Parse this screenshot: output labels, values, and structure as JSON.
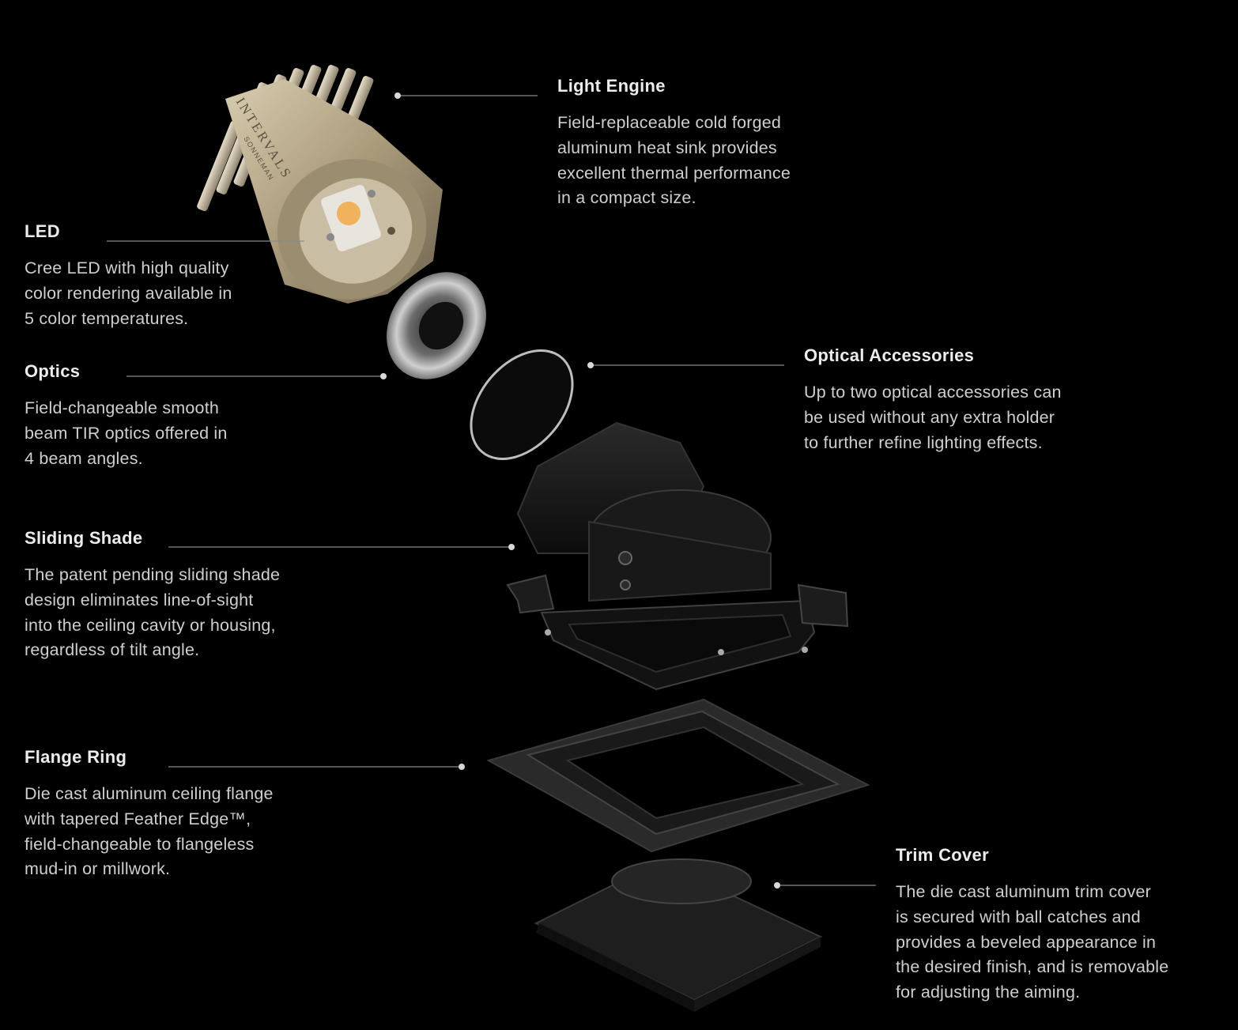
{
  "callouts": {
    "light_engine": {
      "title": "Light Engine",
      "body": "Field-replaceable cold forged\naluminum heat sink provides\nexcellent thermal performance\nin a compact size."
    },
    "led": {
      "title": "LED",
      "body": "Cree LED with high quality\ncolor rendering available in\n5 color temperatures."
    },
    "optics": {
      "title": "Optics",
      "body": "Field-changeable smooth\nbeam TIR optics offered in\n4 beam angles."
    },
    "optical_accessories": {
      "title": "Optical Accessories",
      "body": "Up to two optical accessories can\nbe used without any extra holder\nto further refine lighting effects."
    },
    "sliding_shade": {
      "title": "Sliding Shade",
      "body": "The patent pending sliding shade\ndesign eliminates line-of-sight\ninto the ceiling cavity or housing,\nregardless of tilt angle."
    },
    "flange_ring": {
      "title": "Flange Ring",
      "body": "Die cast aluminum ceiling flange\nwith tapered Feather Edge™,\nfield-changeable to flangeless\nmud-in or millwork."
    },
    "trim_cover": {
      "title": "Trim Cover",
      "body": "The die cast aluminum trim cover\nis secured with ball catches and\nprovides a beveled appearance in\nthe desired finish, and is removable\nfor adjusting the aiming."
    }
  },
  "branding": {
    "brand": "INTERVALS",
    "maker": "SONNEMAN"
  },
  "colors": {
    "background": "#000000",
    "leader_line": "#8a8a8a",
    "brass": "#b8aa8c",
    "led_chip": "#f0b25a",
    "black_part": "#141414"
  }
}
